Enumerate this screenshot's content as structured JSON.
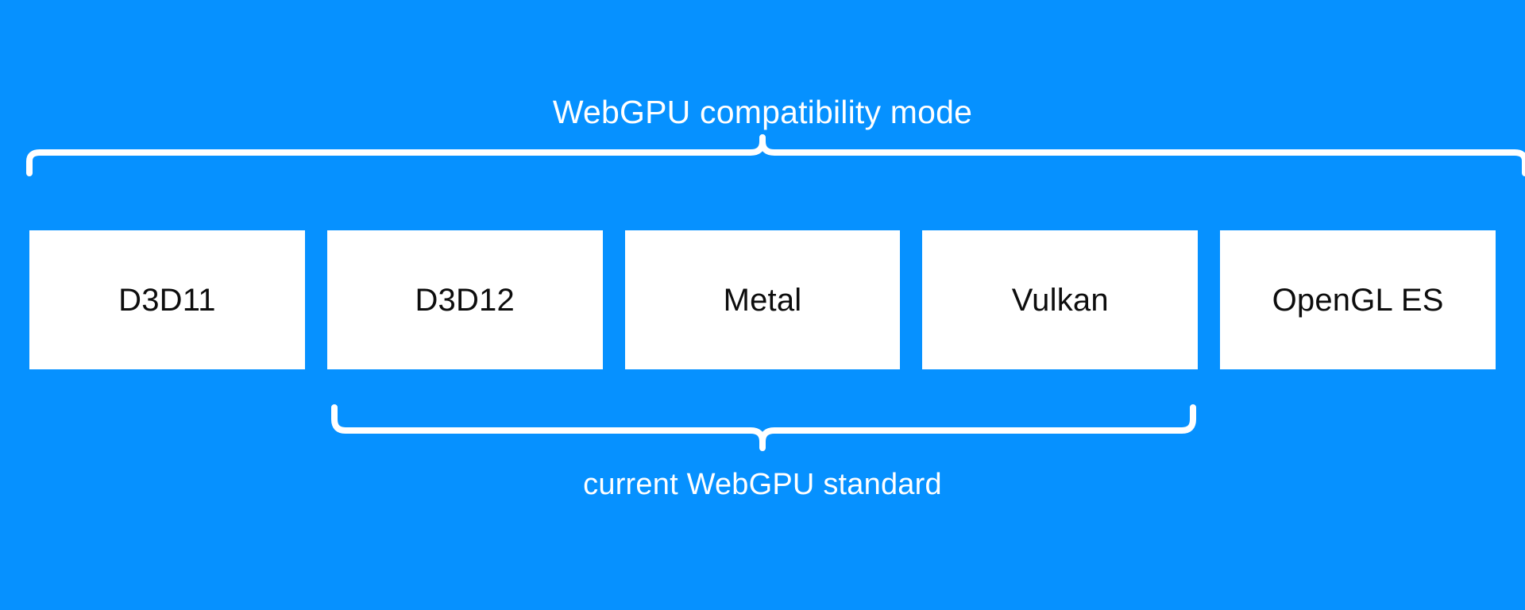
{
  "diagram": {
    "title": "WebGPU compatibility mode",
    "background_color": "#0691ff",
    "box_fill_color": "#ffffff",
    "box_text_color": "#0d0d0d",
    "brace_color": "#ffffff",
    "top_group": {
      "label": "WebGPU compatibility mode",
      "covers": [
        "D3D11",
        "D3D12",
        "Metal",
        "Vulkan",
        "OpenGL ES"
      ]
    },
    "bottom_group": {
      "label": "current WebGPU standard",
      "covers": [
        "D3D12",
        "Metal",
        "Vulkan"
      ]
    },
    "boxes": [
      {
        "label": "D3D11"
      },
      {
        "label": "D3D12"
      },
      {
        "label": "Metal"
      },
      {
        "label": "Vulkan"
      },
      {
        "label": "OpenGL ES"
      }
    ]
  }
}
